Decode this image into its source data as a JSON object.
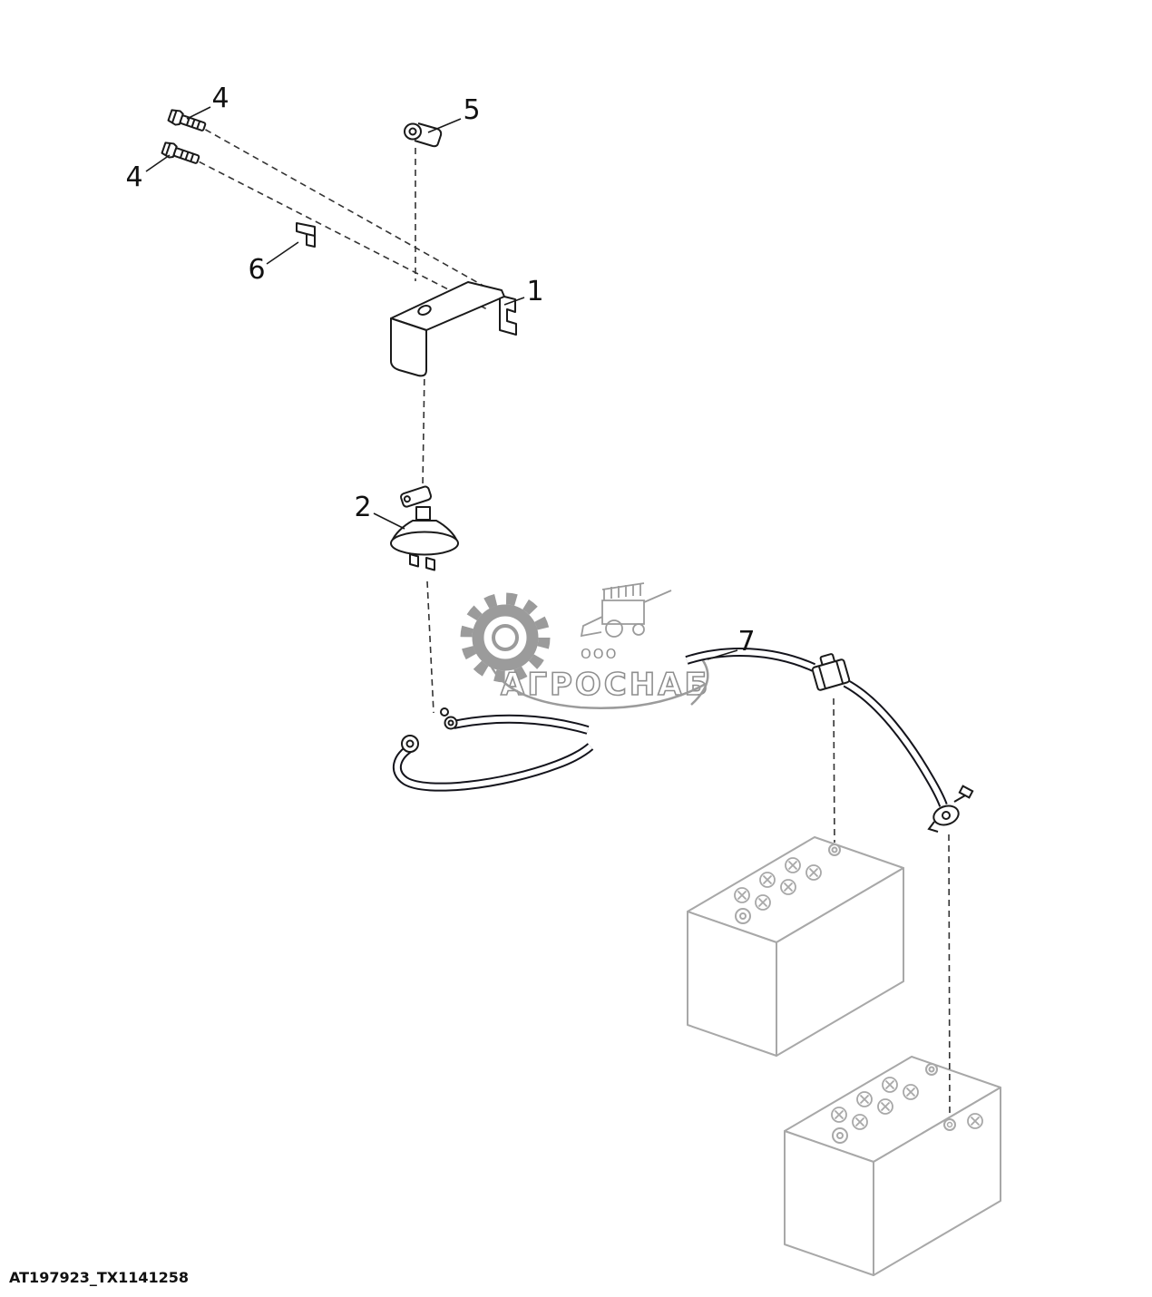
{
  "figure": {
    "type": "exploded-parts-diagram",
    "subject": "battery disconnect switch, bracket and battery cables",
    "footer_code": "AT197923_TX1141258",
    "watermark": {
      "prefix": "ООО",
      "name": "АГРОСНАБ",
      "logo": "gear-and-combine-harvester"
    },
    "colors": {
      "line": "#1a1a1a",
      "battery_outline": "#a8a8a8",
      "watermark": "#9b9b9b",
      "cable": "#14141c"
    },
    "callouts": [
      {
        "label": "1",
        "target": "mounting-bracket"
      },
      {
        "label": "2",
        "target": "battery-disconnect-switch"
      },
      {
        "label": "4",
        "target": "bolt-upper"
      },
      {
        "label": "4",
        "target": "bolt-lower"
      },
      {
        "label": "5",
        "target": "terminal-lug"
      },
      {
        "label": "6",
        "target": "cable-clamp"
      },
      {
        "label": "7",
        "target": "battery-cable"
      }
    ]
  }
}
